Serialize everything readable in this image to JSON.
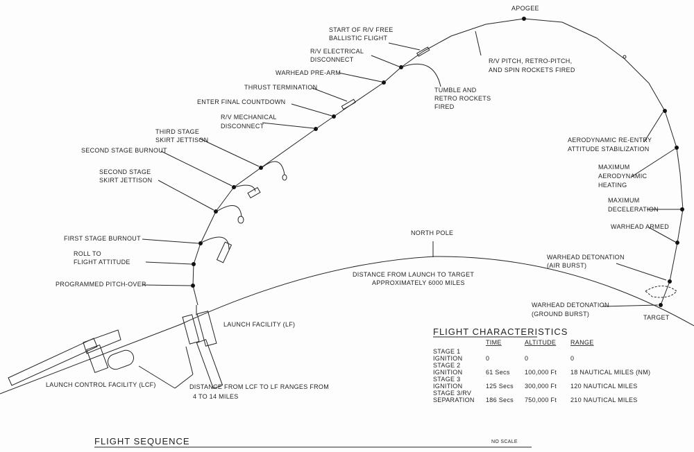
{
  "title": "FLIGHT SEQUENCE",
  "scale_note": "NO SCALE",
  "events": {
    "apogee": "APOGEE",
    "start_free_1": "START OF R/V FREE",
    "start_free_2": "BALLISTIC FLIGHT",
    "rv_elec_1": "R/V ELECTRICAL",
    "rv_elec_2": "DISCONNECT",
    "warhead_prearm": "WARHEAD PRE-ARM",
    "thrust_term": "THRUST TERMINATION",
    "final_countdown": "ENTER FINAL COUNTDOWN",
    "rv_mech_1": "R/V MECHANICAL",
    "rv_mech_2": "DISCONNECT",
    "third_skirt_1": "THIRD STAGE",
    "third_skirt_2": "SKIRT JETTISON",
    "second_burnout": "SECOND STAGE BURNOUT",
    "second_skirt_1": "SECOND STAGE",
    "second_skirt_2": "SKIRT JETTISON",
    "first_burnout": "FIRST STAGE BURNOUT",
    "roll_1": "ROLL TO",
    "roll_2": "FLIGHT ATTITUDE",
    "pitch_over": "PROGRAMMED PITCH-OVER",
    "tumble_1": "TUMBLE AND",
    "tumble_2": "RETRO ROCKETS",
    "tumble_3": "FIRED",
    "rv_pitch_1": "R/V PITCH, RETRO-PITCH,",
    "rv_pitch_2": "AND SPIN ROCKETS FIRED",
    "aero_1": "AERODYNAMIC RE-ENTRY",
    "aero_2": "ATTITUDE STABILIZATION",
    "heat_1": "MAXIMUM",
    "heat_2": "AERODYNAMIC",
    "heat_3": "HEATING",
    "decel_1": "MAXIMUM",
    "decel_2": "DECELERATION",
    "armed": "WARHEAD ARMED",
    "air_1": "WARHEAD DETONATION",
    "air_2": "(AIR BURST)",
    "ground_1": "WARHEAD DETONATION",
    "ground_2": "(GROUND BURST)",
    "target": "TARGET"
  },
  "ground": {
    "north_pole": "NORTH POLE",
    "distance_1": "DISTANCE FROM LAUNCH TO TARGET",
    "distance_2": "APPROXIMATELY 6000 MILES",
    "lf": "LAUNCH FACILITY (LF)",
    "lcf": "LAUNCH CONTROL FACILITY (LCF)",
    "lcf_lf_1": "DISTANCE FROM LCF TO LF RANGES FROM",
    "lcf_lf_2": "4 TO 14 MILES"
  },
  "table": {
    "title": "FLIGHT CHARACTERISTICS",
    "headers": [
      "TIME",
      "ALTITUDE",
      "RANGE"
    ],
    "rows": [
      {
        "l1": "STAGE 1",
        "l2": "IGNITION",
        "time": "0",
        "alt": "0",
        "range": "0"
      },
      {
        "l1": "STAGE 2",
        "l2": "IGNITION",
        "time": "61 Secs",
        "alt": "100,000 Ft",
        "range": "18 NAUTICAL MILES (NM)"
      },
      {
        "l1": "STAGE 3",
        "l2": "IGNITION",
        "time": "125 Secs",
        "alt": "300,000 Ft",
        "range": "120 NAUTICAL MILES"
      },
      {
        "l1": "STAGE 3/RV",
        "l2": "SEPARATION",
        "time": "186 Secs",
        "alt": "750,000 Ft",
        "range": "210 NAUTICAL MILES"
      }
    ]
  }
}
